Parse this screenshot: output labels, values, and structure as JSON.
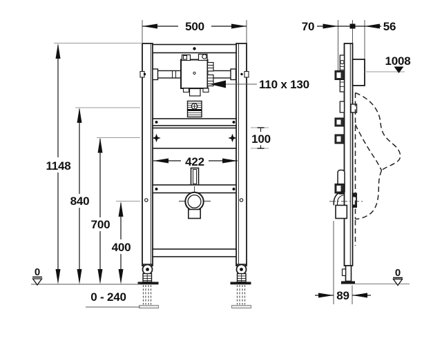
{
  "colors": {
    "line": "#1a1a1a",
    "dim_gray": "#999999",
    "background": "#ffffff"
  },
  "front_view": {
    "frame_width": "500",
    "rail_inner_spacing": "422",
    "flush_box_size": "110 x 130",
    "mounting_rail_height": "100",
    "overall_height": "1148",
    "pipe_clamp_height": "840",
    "fixing_bolt_height": "700",
    "drain_height": "400",
    "floor_datum": "0",
    "foot_adjust_range": "0 - 240"
  },
  "side_view": {
    "bracket_offset": "70",
    "frame_depth": "56",
    "flush_box_level": "1008",
    "drain_offset": "89",
    "floor_datum": "0"
  }
}
